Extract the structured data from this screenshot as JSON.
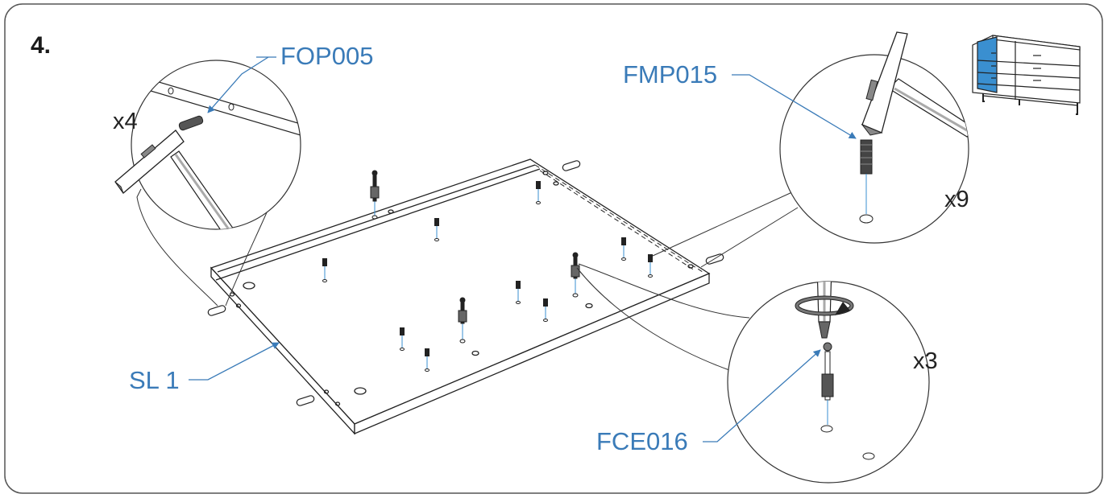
{
  "step": "4.",
  "colors": {
    "label": "#3a7bb8",
    "line": "#222222",
    "dowel": "#3a8fd0"
  },
  "callouts": {
    "fop": {
      "part": "FOP005",
      "qty": "x4"
    },
    "fmp": {
      "part": "FMP015",
      "qty": "x9"
    },
    "fce": {
      "part": "FCE016",
      "qty": "x3"
    }
  },
  "panel": "SL 1",
  "icons": [
    "hammer-icon",
    "screwdriver-icon",
    "rotation-arrow-icon",
    "dresser-thumbnail-icon"
  ]
}
